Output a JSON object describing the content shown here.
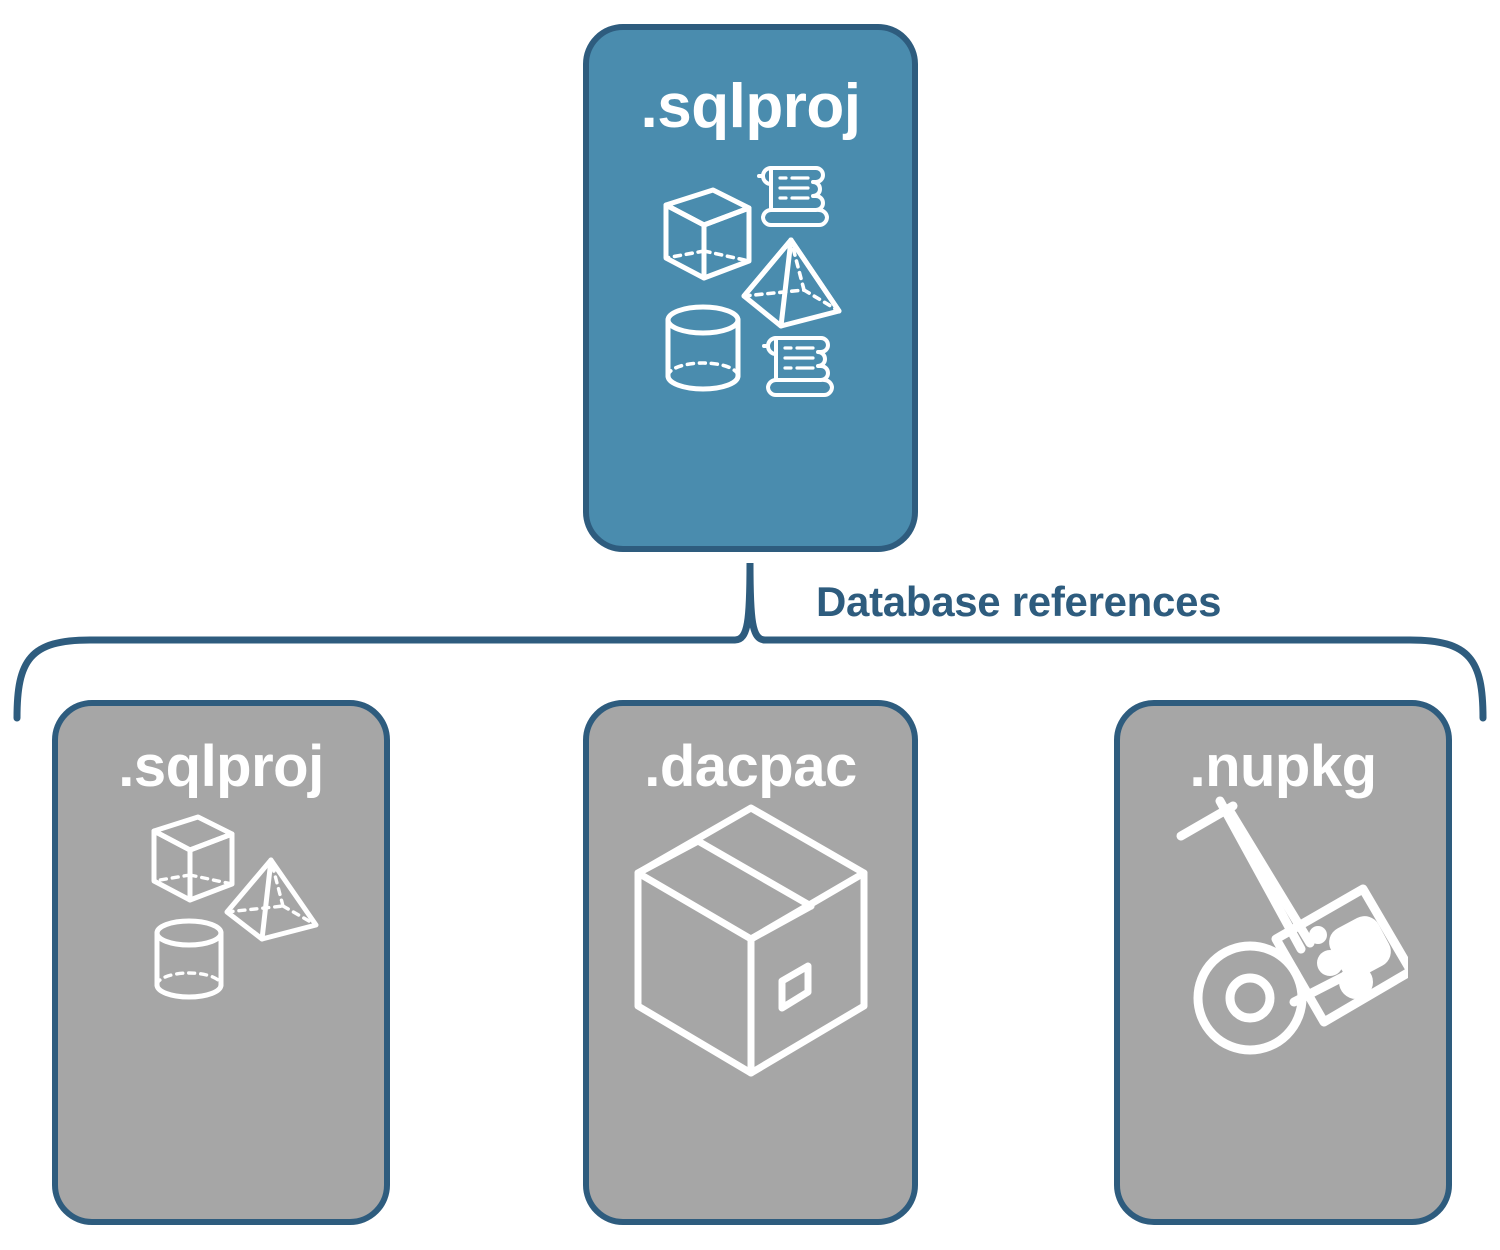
{
  "diagram": {
    "title_text": "Database references",
    "colors": {
      "primary_fill": "#4A8CAE",
      "secondary_fill": "#A6A6A6",
      "border": "#2E5C7E",
      "label_text": "#2E5C7E",
      "node_text": "#FFFFFF",
      "background": "#FFFFFF"
    },
    "root": {
      "label": ".sqlproj",
      "icons": [
        "cube-icon",
        "pyramid-icon",
        "cylinder-icon",
        "scroll-icon",
        "scroll-icon"
      ]
    },
    "connector": {
      "label": "Database references",
      "style": "curly-brace"
    },
    "children": [
      {
        "label": ".sqlproj",
        "icons": [
          "cube-icon",
          "pyramid-icon",
          "cylinder-icon"
        ]
      },
      {
        "label": ".dacpac",
        "icons": [
          "package-box-icon"
        ]
      },
      {
        "label": ".nupkg",
        "icons": [
          "hand-truck-icon",
          "nuget-package-icon"
        ]
      }
    ]
  }
}
